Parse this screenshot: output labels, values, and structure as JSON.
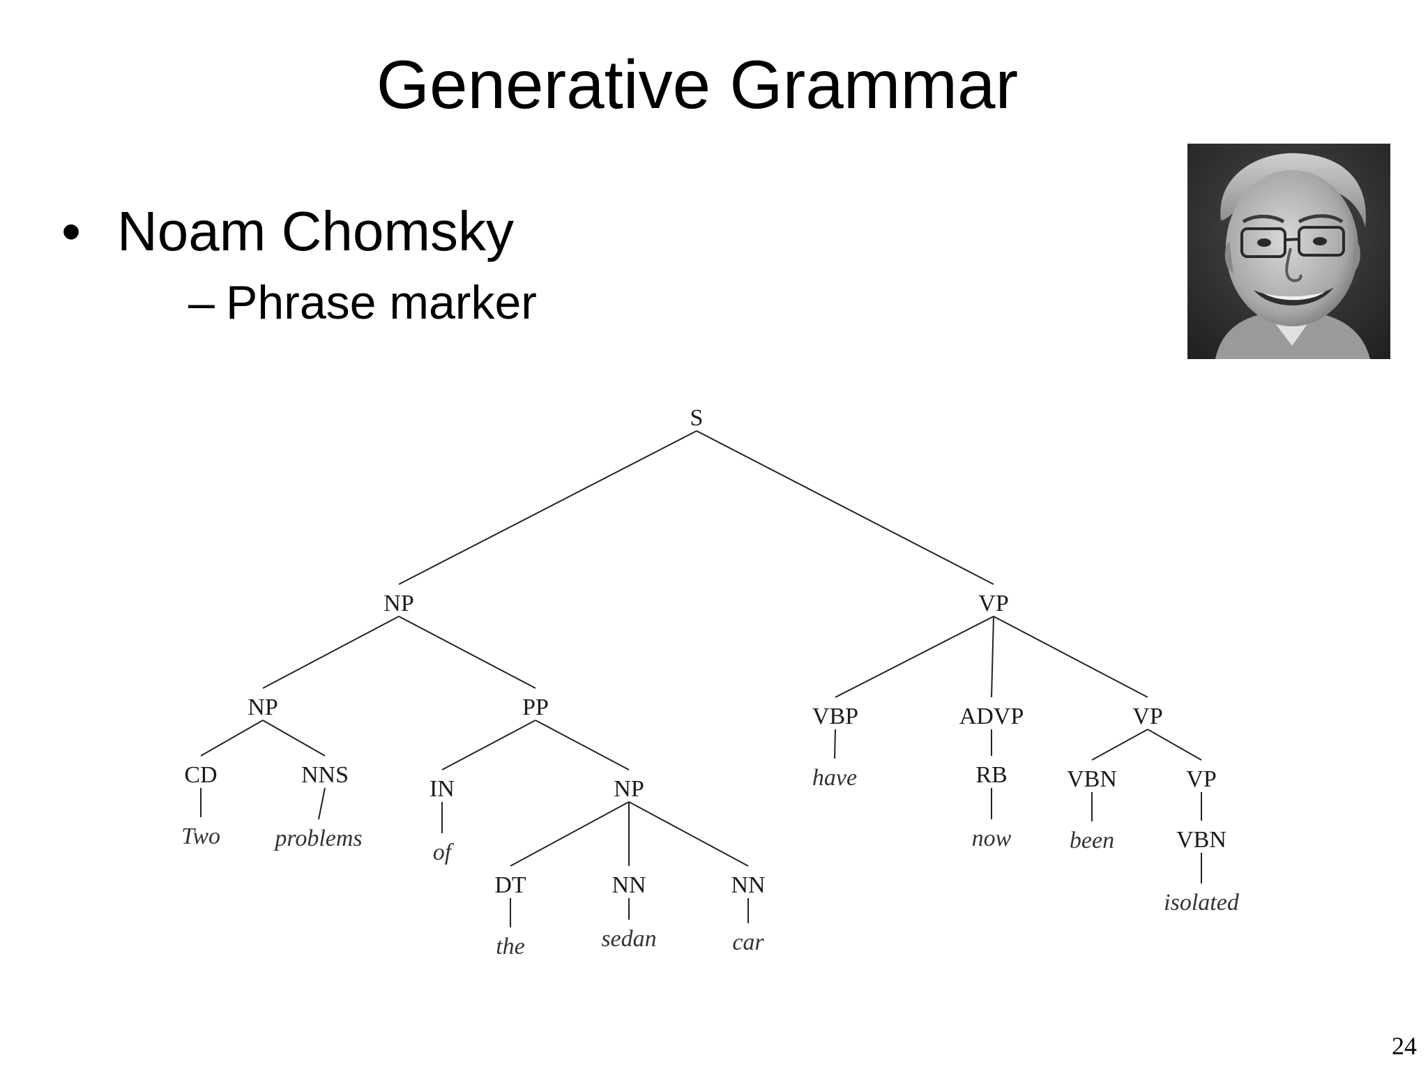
{
  "slide": {
    "title": "Generative Grammar",
    "bullet_marker": "•",
    "bullet": "Noam Chomsky",
    "sub_marker": "–",
    "sub_bullet": "Phrase marker",
    "page_number": "24"
  },
  "tree": {
    "nodes": [
      {
        "id": "s",
        "label": "S",
        "kind": "category"
      },
      {
        "id": "np1",
        "label": "NP",
        "kind": "category",
        "parent": "s"
      },
      {
        "id": "vp1",
        "label": "VP",
        "kind": "category",
        "parent": "s"
      },
      {
        "id": "np2",
        "label": "NP",
        "kind": "category",
        "parent": "np1"
      },
      {
        "id": "pp",
        "label": "PP",
        "kind": "category",
        "parent": "np1"
      },
      {
        "id": "cd",
        "label": "CD",
        "kind": "category",
        "parent": "np2"
      },
      {
        "id": "nns",
        "label": "NNS",
        "kind": "category",
        "parent": "np2"
      },
      {
        "id": "w_two",
        "label": "Two",
        "kind": "word",
        "parent": "cd"
      },
      {
        "id": "w_problems",
        "label": "problems",
        "kind": "word",
        "parent": "nns"
      },
      {
        "id": "in",
        "label": "IN",
        "kind": "category",
        "parent": "pp"
      },
      {
        "id": "np3",
        "label": "NP",
        "kind": "category",
        "parent": "pp"
      },
      {
        "id": "w_of",
        "label": "of",
        "kind": "word",
        "parent": "in"
      },
      {
        "id": "dt",
        "label": "DT",
        "kind": "category",
        "parent": "np3"
      },
      {
        "id": "nn1",
        "label": "NN",
        "kind": "category",
        "parent": "np3"
      },
      {
        "id": "nn2",
        "label": "NN",
        "kind": "category",
        "parent": "np3"
      },
      {
        "id": "w_the",
        "label": "the",
        "kind": "word",
        "parent": "dt"
      },
      {
        "id": "w_sedan",
        "label": "sedan",
        "kind": "word",
        "parent": "nn1"
      },
      {
        "id": "w_car",
        "label": "car",
        "kind": "word",
        "parent": "nn2"
      },
      {
        "id": "vbp",
        "label": "VBP",
        "kind": "category",
        "parent": "vp1"
      },
      {
        "id": "advp",
        "label": "ADVP",
        "kind": "category",
        "parent": "vp1"
      },
      {
        "id": "vp2",
        "label": "VP",
        "kind": "category",
        "parent": "vp1"
      },
      {
        "id": "w_have",
        "label": "have",
        "kind": "word",
        "parent": "vbp"
      },
      {
        "id": "rb",
        "label": "RB",
        "kind": "category",
        "parent": "advp"
      },
      {
        "id": "w_now",
        "label": "now",
        "kind": "word",
        "parent": "rb"
      },
      {
        "id": "vbn1",
        "label": "VBN",
        "kind": "category",
        "parent": "vp2"
      },
      {
        "id": "vp3",
        "label": "VP",
        "kind": "category",
        "parent": "vp2"
      },
      {
        "id": "w_been",
        "label": "been",
        "kind": "word",
        "parent": "vbn1"
      },
      {
        "id": "vbn2",
        "label": "VBN",
        "kind": "category",
        "parent": "vp3"
      },
      {
        "id": "w_isolated",
        "label": "isolated",
        "kind": "word",
        "parent": "vbn2"
      }
    ]
  }
}
